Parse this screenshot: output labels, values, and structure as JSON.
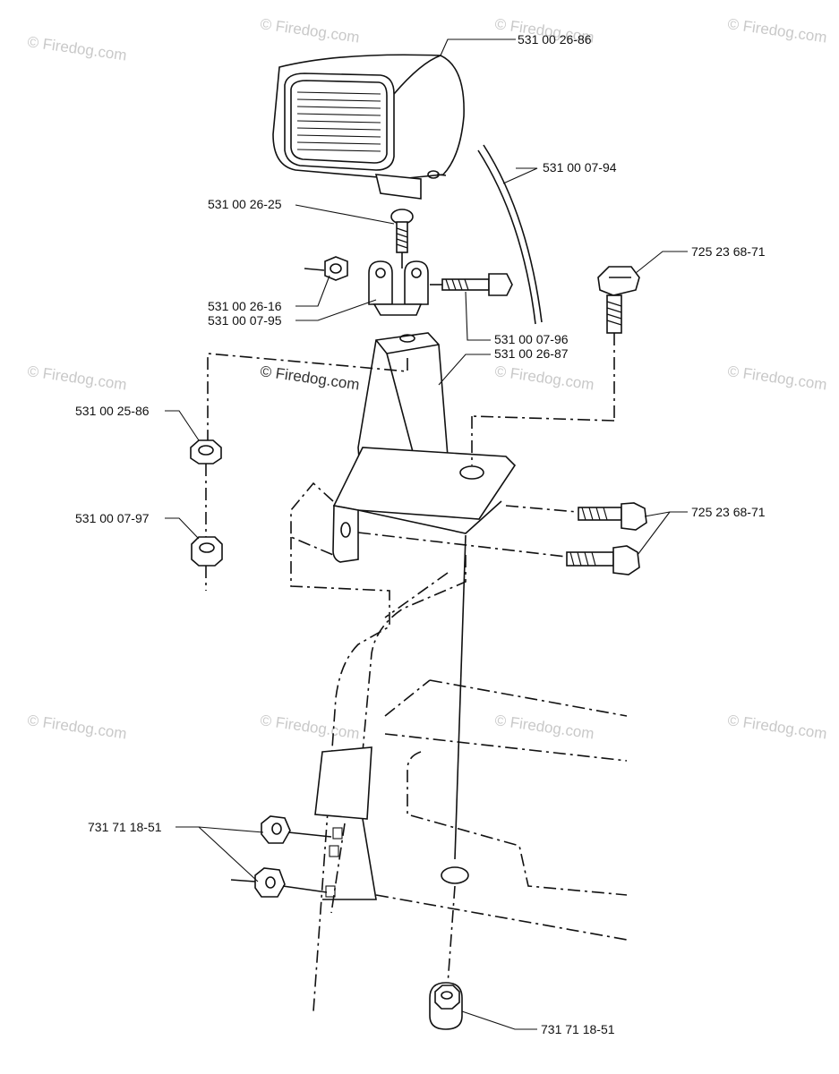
{
  "watermark": {
    "text": "© Firedog.com",
    "center_text": "© Firedog.com"
  },
  "labels": {
    "lamp": "531 00 26-86",
    "cable": "531 00 07-94",
    "carriage_bolt": "531 00 26-25",
    "screw_top_right": "725 23 68-71",
    "nut_small": "531 00 26-16",
    "hinge_bracket": "531 00 07-95",
    "hinge_bolt": "531 00 07-96",
    "mount_post": "531 00 26-87",
    "lock_washer": "531 00 25-86",
    "nut_lower": "531 00 07-97",
    "screws_right": "725 23 68-71",
    "nuts_left": "731 71 18-51",
    "flange_nut_bottom": "731 71 18-51"
  }
}
